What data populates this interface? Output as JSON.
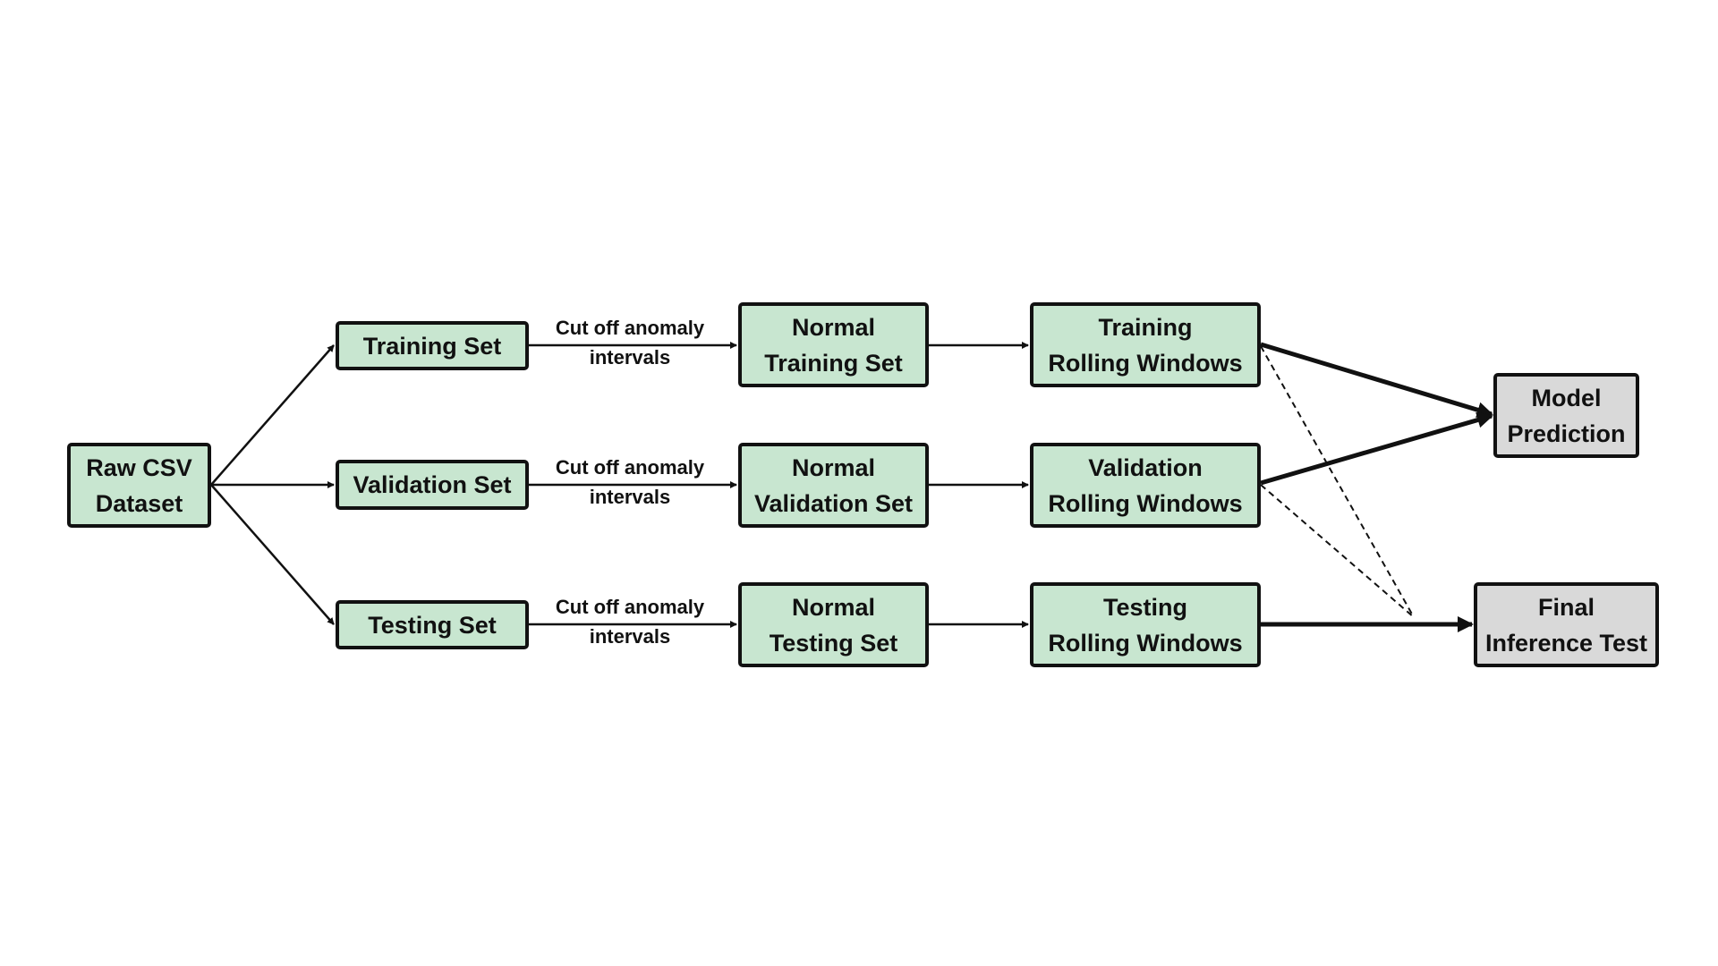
{
  "nodes": {
    "raw": [
      "Raw CSV",
      "Dataset"
    ],
    "train_set": "Training Set",
    "val_set": "Validation Set",
    "test_set": "Testing Set",
    "normal_train": [
      "Normal",
      "Training Set"
    ],
    "normal_val": [
      "Normal",
      "Validation Set"
    ],
    "normal_test": [
      "Normal",
      "Testing Set"
    ],
    "train_rw": [
      "Training",
      "Rolling Windows"
    ],
    "val_rw": [
      "Validation",
      "Rolling Windows"
    ],
    "test_rw": [
      "Testing",
      "Rolling Windows"
    ],
    "model_pred": [
      "Model",
      "Prediction"
    ],
    "final_test": [
      "Final",
      "Inference Test"
    ]
  },
  "edge_labels": {
    "train": [
      "Cut off anomaly",
      "intervals"
    ],
    "val": [
      "Cut off anomaly",
      "intervals"
    ],
    "test": [
      "Cut off anomaly",
      "intervals"
    ]
  },
  "colors": {
    "process": "#c8e6d0",
    "output": "#d9d9d9",
    "stroke": "#111111"
  }
}
